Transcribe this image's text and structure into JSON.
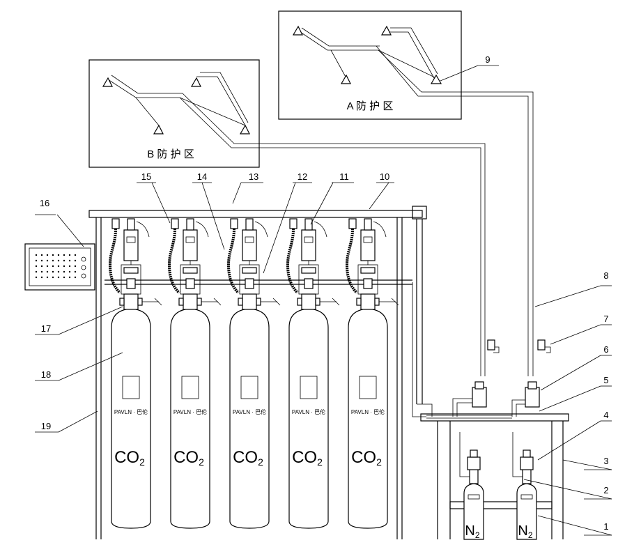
{
  "zones": {
    "a_label": "A 防 护 区",
    "b_label": "B 防 护 区"
  },
  "callouts": [
    "1",
    "2",
    "3",
    "4",
    "5",
    "6",
    "7",
    "8",
    "9",
    "10",
    "11",
    "12",
    "13",
    "14",
    "15",
    "16",
    "17",
    "18",
    "19"
  ],
  "cylinders": {
    "co2_label": "CO2",
    "brand_label": "PAVLN · 巴伦",
    "n2_label": "N2",
    "co2_count": 5,
    "n2_count": 2
  }
}
